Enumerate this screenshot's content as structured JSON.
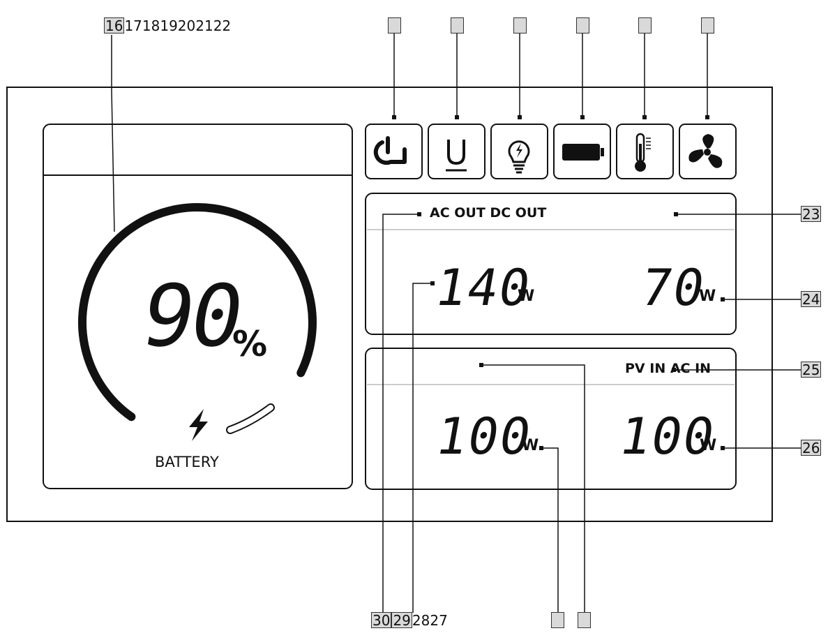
{
  "callouts": {
    "top_left_first": "16",
    "top_left_rest": "171819202122",
    "right_23": "23",
    "right_24": "24",
    "right_25": "25",
    "right_26": "26",
    "bottom_30": "30",
    "bottom_29": "29",
    "bottom_28_27": "2827"
  },
  "battery": {
    "percent_value": "90",
    "percent_sign": "%",
    "label": "BATTERY",
    "level": 0.9
  },
  "output_panel": {
    "header": "AC OUT DC OUT",
    "left_value": "140",
    "left_unit": "W",
    "right_value": "70",
    "right_unit": "W"
  },
  "input_panel": {
    "header": "PV IN AC IN",
    "left_value": "100",
    "left_unit": "W",
    "right_value": "100",
    "right_unit": "W"
  },
  "status_icons": [
    "power-icon",
    "usb-icon",
    "light-bulb-icon",
    "battery-icon",
    "thermometer-icon",
    "fan-icon"
  ]
}
